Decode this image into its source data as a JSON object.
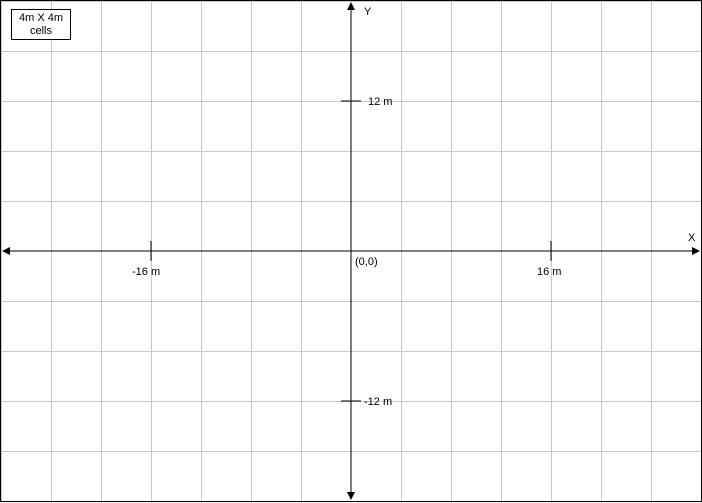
{
  "diagram": {
    "legend": {
      "line1": "4m X 4m",
      "line2": "cells"
    },
    "axes": {
      "x_label": "X",
      "y_label": "Y",
      "origin_label": "(0,0)"
    },
    "ticks": [
      {
        "id": "tick-x-neg16",
        "label": "-16 m"
      },
      {
        "id": "tick-x-pos16",
        "label": "16 m"
      },
      {
        "id": "tick-y-pos12",
        "label": "12 m"
      },
      {
        "id": "tick-y-neg12",
        "label": "-12 m"
      }
    ],
    "grid_color": "#c8c8c8",
    "axis_color": "#000000"
  }
}
